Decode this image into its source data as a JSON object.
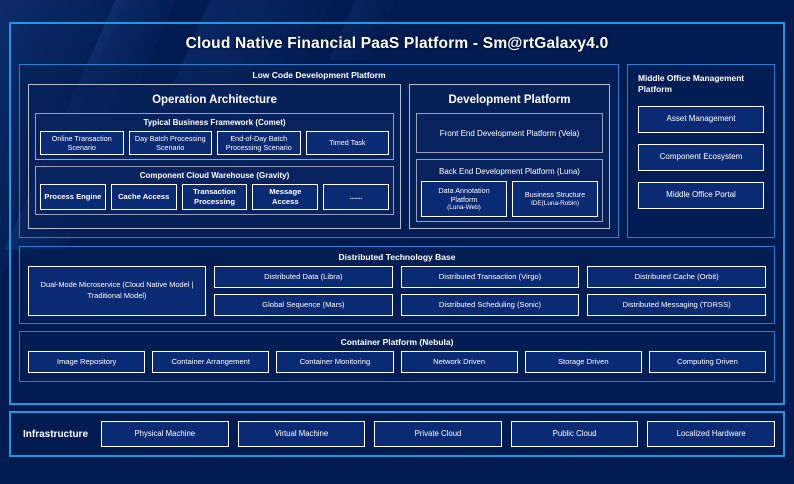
{
  "title": "Cloud Native Financial PaaS Platform - Sm@rtGalaxy4.0",
  "colors": {
    "background": "#021c52",
    "frame_border": "#1f9ae0",
    "panel_border": "#2b7fd0",
    "node_border": "#ffffff",
    "node_fill": "#0a2a74",
    "text": "#ffffff"
  },
  "low_code": {
    "title": "Low Code Development Platform",
    "operation_architecture": {
      "title": "Operation Architecture",
      "typical_business_framework": {
        "title": "Typical Business Framework (Comet)",
        "items": [
          "Online Transaction Scenario",
          "Day Batch Processing Scenario",
          "End-of-Day Batch Processing Scenario",
          "Timed Task"
        ]
      },
      "component_cloud_warehouse": {
        "title": "Component Cloud Warehouse (Gravity)",
        "items": [
          "Process Engine",
          "Cache Access",
          "Transaction Processing",
          "Message Access",
          "......"
        ]
      }
    },
    "development_platform": {
      "title": "Development Platform",
      "front_end": "Front End Development Platform (Vela)",
      "back_end": {
        "title": "Back End Development Platform (Luna)",
        "items": [
          {
            "main": "Data Annotation Platform",
            "sub": "(Luna-Web)"
          },
          {
            "main": "Business Structure",
            "sub": "IDE(Luna-Robin)"
          }
        ]
      }
    }
  },
  "middle_office": {
    "title": "Middle Office Management Platform",
    "items": [
      "Asset Management",
      "Component Ecosystem",
      "Middle Office Portal"
    ]
  },
  "distributed_technology_base": {
    "title": "Distributed Technology Base",
    "highlight": "Dual-Mode Microservice (Cloud Native Model | Traditional Model)",
    "items": [
      "Distributed Data (Libra)",
      "Distributed Transaction (Virgo)",
      "Distributed Cache (Orbit)",
      "Global Sequence (Mars)",
      "Distributed Scheduling (Sonic)",
      "Distributed Messaging (TDRSS)"
    ]
  },
  "container_platform": {
    "title": "Container Platform (Nebula)",
    "items": [
      "Image Repository",
      "Container Arrangement",
      "Container Monitoring",
      "Network Driven",
      "Storage Driven",
      "Computing Driven"
    ]
  },
  "infrastructure": {
    "label": "Infrastructure",
    "items": [
      "Physical Machine",
      "Virtual Machine",
      "Private Cloud",
      "Public Cloud",
      "Localized Hardware"
    ]
  }
}
